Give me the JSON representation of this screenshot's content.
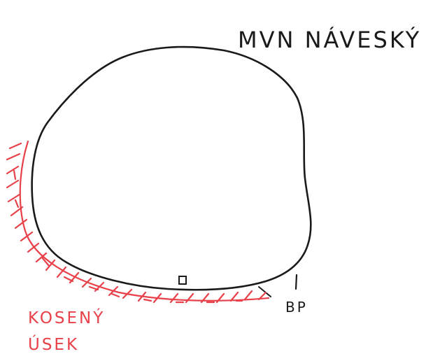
{
  "title": "MVN NÁVESKÝ",
  "labels": {
    "bp": "BP",
    "mowed_line1": "KOSENÝ",
    "mowed_line2": "ÚSEK"
  },
  "colors": {
    "outline": "#1a1a1a",
    "mowed_section": "#e8414a",
    "background": "#ffffff"
  }
}
